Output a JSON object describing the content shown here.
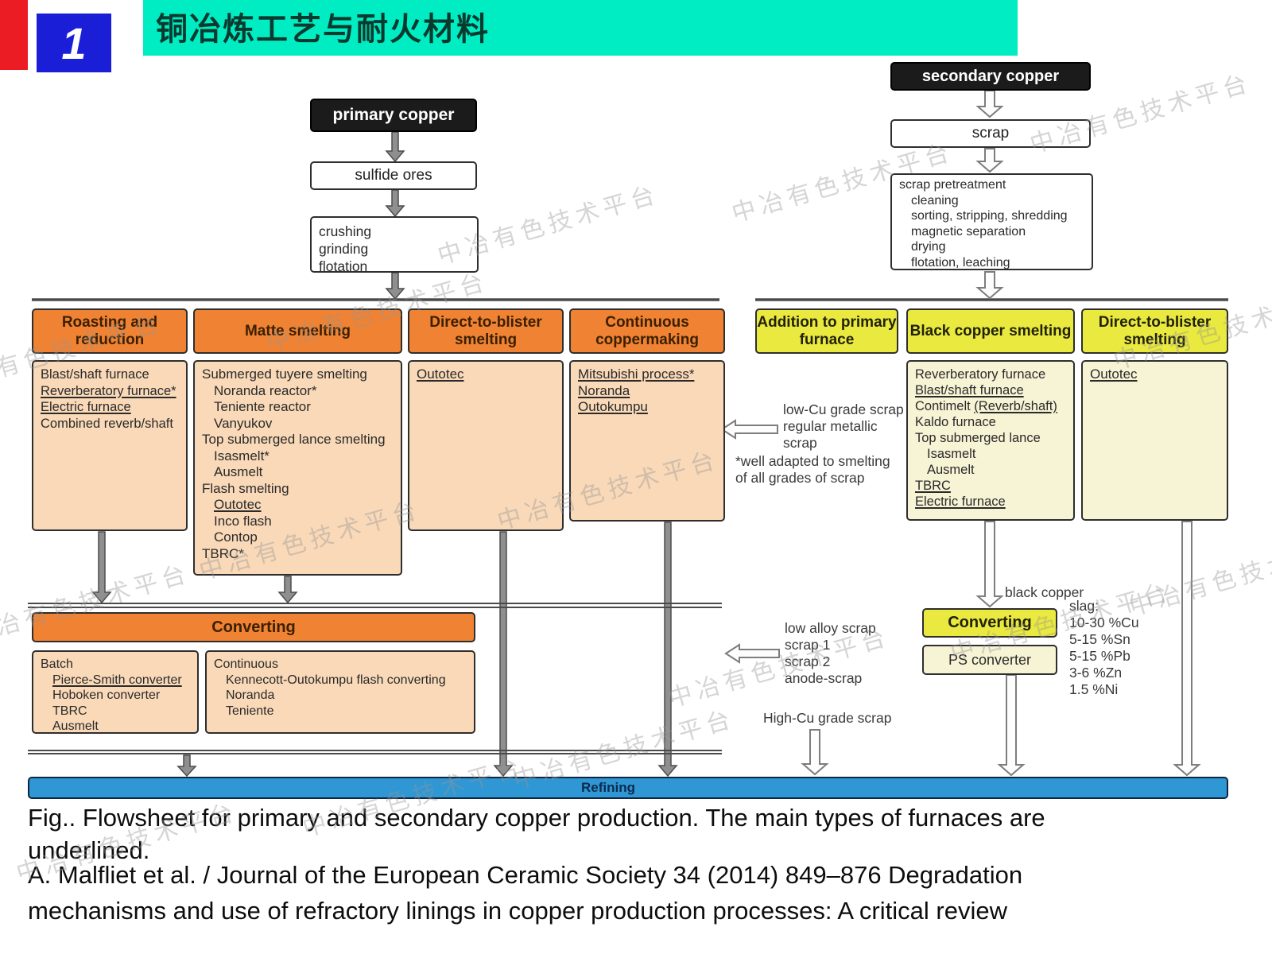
{
  "header": {
    "badge": "1",
    "title": "铜冶炼工艺与耐火材料"
  },
  "watermark": "中冶有色技术平台",
  "primary_flow": {
    "source": "primary copper",
    "ore": "sulfide ores",
    "prep": [
      {
        "t": "crushing"
      },
      {
        "t": "grinding"
      },
      {
        "t": "flotation"
      }
    ]
  },
  "secondary_flow": {
    "source": "secondary copper",
    "scrap": "scrap",
    "pretreatment": [
      {
        "t": "scrap pretreatment"
      },
      {
        "t": "cleaning",
        "ind": true
      },
      {
        "t": "sorting, stripping, shredding",
        "ind": true
      },
      {
        "t": "magnetic separation",
        "ind": true
      },
      {
        "t": "drying",
        "ind": true
      },
      {
        "t": "flotation, leaching",
        "ind": true
      }
    ]
  },
  "primary_columns": [
    {
      "header": "Roasting and reduction",
      "items": [
        {
          "t": "Blast/shaft furnace"
        },
        {
          "t": "Reverberatory furnace*",
          "u": true
        },
        {
          "t": "Electric furnace",
          "u": true
        },
        {
          "t": "Combined reverb/shaft"
        }
      ]
    },
    {
      "header": "Matte smelting",
      "items": [
        {
          "t": "Submerged tuyere smelting"
        },
        {
          "t": "Noranda reactor*",
          "ind": true
        },
        {
          "t": "Teniente reactor",
          "ind": true
        },
        {
          "t": "Vanyukov",
          "ind": true
        },
        {
          "t": "Top submerged lance smelting"
        },
        {
          "t": "Isasmelt*",
          "ind": true
        },
        {
          "t": "Ausmelt",
          "ind": true
        },
        {
          "t": "Flash smelting"
        },
        {
          "t": "Outotec",
          "u": true,
          "ind": true
        },
        {
          "t": "Inco flash",
          "ind": true
        },
        {
          "t": "Contop",
          "ind": true
        },
        {
          "t": "TBRC*"
        }
      ]
    },
    {
      "header": "Direct-to-blister smelting",
      "items": [
        {
          "t": "Outotec",
          "u": true
        }
      ]
    },
    {
      "header": "Continuous coppermaking",
      "items": [
        {
          "t": "Mitsubishi process*",
          "u": true
        },
        {
          "t": "Noranda",
          "u": true
        },
        {
          "t": "Outokumpu",
          "u": true
        }
      ]
    }
  ],
  "secondary_columns": [
    {
      "header": "Addition to primary furnace",
      "items": []
    },
    {
      "header": "Black copper smelting",
      "items": [
        {
          "t": "Reverberatory furnace"
        },
        {
          "t": "Blast/shaft furnace",
          "u": true
        },
        {
          "pre": "Contimelt ",
          "t": "(Reverb/shaft)",
          "u": true
        },
        {
          "t": "Kaldo furnace"
        },
        {
          "t": "Top submerged lance"
        },
        {
          "t": "Isasmelt",
          "ind": true
        },
        {
          "t": "Ausmelt",
          "ind": true
        },
        {
          "t": "TBRC",
          "u": true
        },
        {
          "t": "Electric furnace",
          "u": true
        }
      ]
    },
    {
      "header": "Direct-to-blister smelting",
      "items": [
        {
          "t": "Outotec",
          "u": true
        }
      ]
    }
  ],
  "converting_primary": {
    "header": "Converting",
    "batch": [
      {
        "t": "Batch"
      },
      {
        "t": "Pierce-Smith converter",
        "u": true,
        "ind": true
      },
      {
        "t": "Hoboken converter",
        "ind": true
      },
      {
        "t": "TBRC",
        "ind": true
      },
      {
        "t": "Ausmelt",
        "ind": true
      }
    ],
    "continuous": [
      {
        "t": "Continuous"
      },
      {
        "t": "Kennecott-Outokumpu flash converting",
        "ind": true
      },
      {
        "t": "Noranda",
        "ind": true
      },
      {
        "t": "Teniente",
        "ind": true
      }
    ]
  },
  "converting_secondary": {
    "black_copper_label": "black copper",
    "converting": "Converting",
    "ps_converter": "PS converter",
    "slag": [
      {
        "t": "slag:"
      },
      {
        "t": "10-30 %Cu"
      },
      {
        "t": "5-15 %Sn"
      },
      {
        "t": "5-15 %Pb"
      },
      {
        "t": "3-6 %Zn"
      },
      {
        "t": "1.5 %Ni"
      }
    ]
  },
  "annotations": {
    "low_cu": [
      {
        "t": "low-Cu grade scrap"
      },
      {
        "t": "regular metallic"
      },
      {
        "t": "scrap"
      }
    ],
    "well_adapted": [
      {
        "t": "*well adapted to smelting"
      },
      {
        "t": "of all grades of scrap"
      }
    ],
    "low_alloy": [
      {
        "t": "low alloy scrap"
      },
      {
        "t": "scrap 1"
      },
      {
        "t": "scrap 2"
      },
      {
        "t": "anode-scrap"
      }
    ],
    "high_cu": "High-Cu grade scrap"
  },
  "refining": "Refining",
  "caption": {
    "line1": "Fig.. Flowsheet for primary and secondary copper production. The main types of furnaces are",
    "line2": "underlined."
  },
  "citation": {
    "line1": "A. Malfliet et al. / Journal of the European Ceramic Society 34 (2014) 849–876  Degradation",
    "line2": "mechanisms and use of refractory linings in copper production processes: A critical review"
  },
  "colors": {
    "stripe": "#ec1c24",
    "banner": "#00ecc3",
    "badge": "#1a1ed6",
    "orange": "#f08233",
    "peach": "#f9d9b8",
    "yellow": "#e9e93f",
    "paleyellow": "#f7f3d5",
    "blue": "#2f97d4"
  }
}
